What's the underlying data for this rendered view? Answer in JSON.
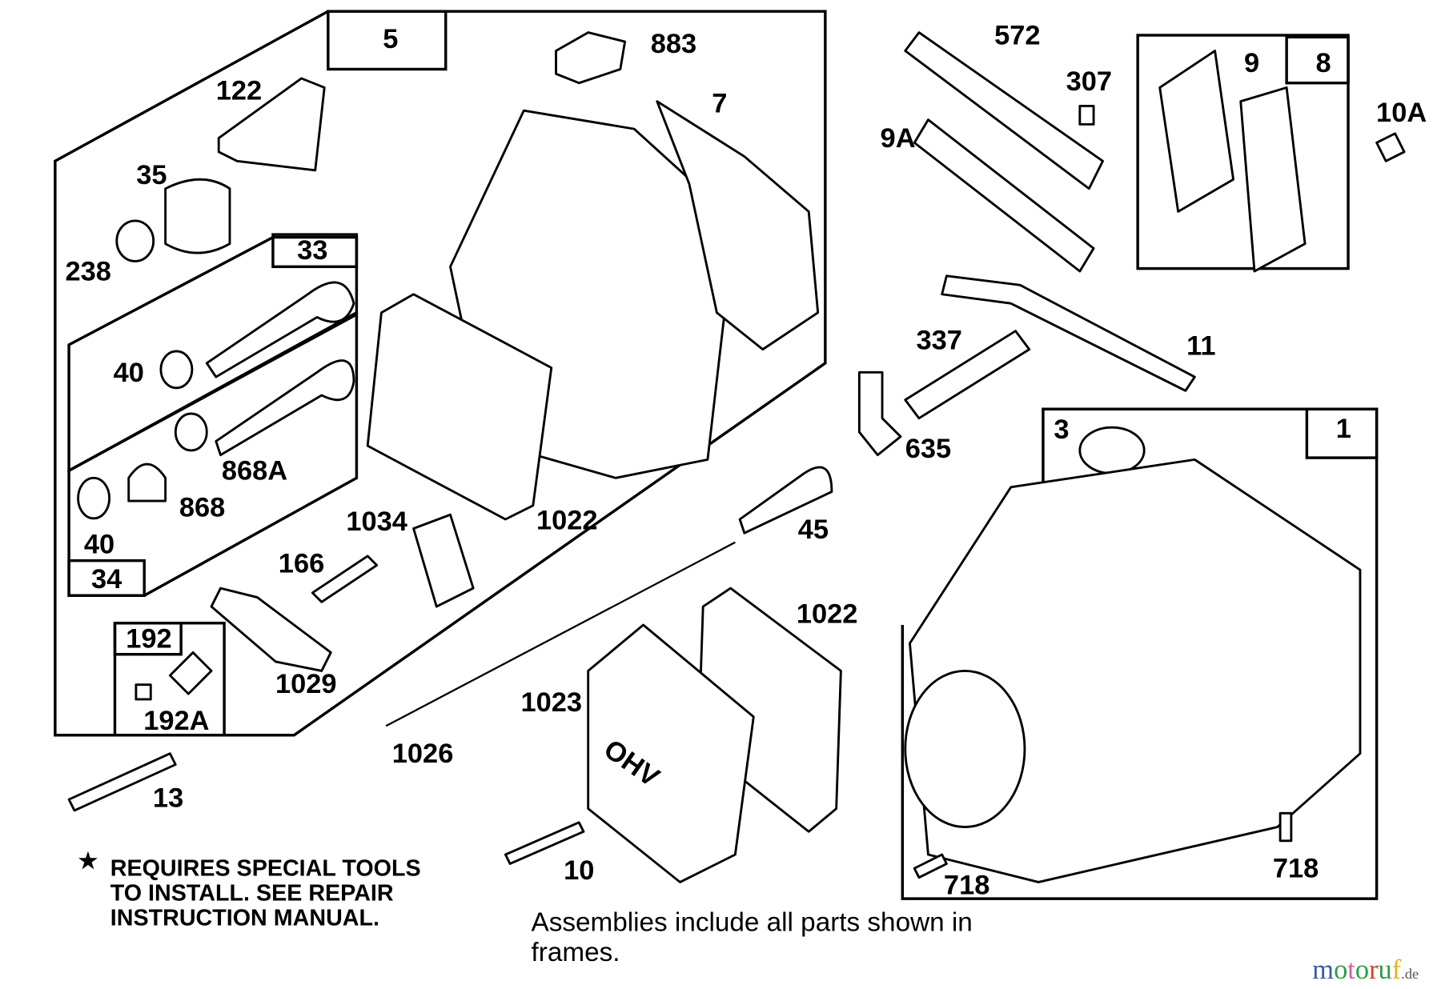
{
  "callouts": [
    "5",
    "883",
    "122",
    "7",
    "35",
    "238",
    "33",
    "40",
    "868A",
    "868",
    "40",
    "34",
    "1034",
    "1022",
    "166",
    "45",
    "1022",
    "192",
    "1029",
    "192A",
    "1023",
    "1026",
    "13",
    "10",
    "572",
    "307",
    "9",
    "8",
    "10A",
    "9A",
    "337",
    "11",
    "635",
    "3",
    "1",
    "718",
    "718"
  ],
  "notes": {
    "star": "★",
    "special_tools": [
      "REQUIRES SPECIAL TOOLS",
      "TO INSTALL.  SEE REPAIR",
      "INSTRUCTION MANUAL."
    ],
    "assemblies": [
      "Assemblies include all parts shown in",
      "frames."
    ]
  },
  "cover_marking": "OHV",
  "watermark": {
    "brand": "motoruf",
    "suffix": ".de",
    "colors": [
      "#3b5ba8",
      "#2e9e4a",
      "#e05a9a",
      "#2e9e4a",
      "#d8402a",
      "#2e9e4a",
      "#e6b020"
    ]
  }
}
